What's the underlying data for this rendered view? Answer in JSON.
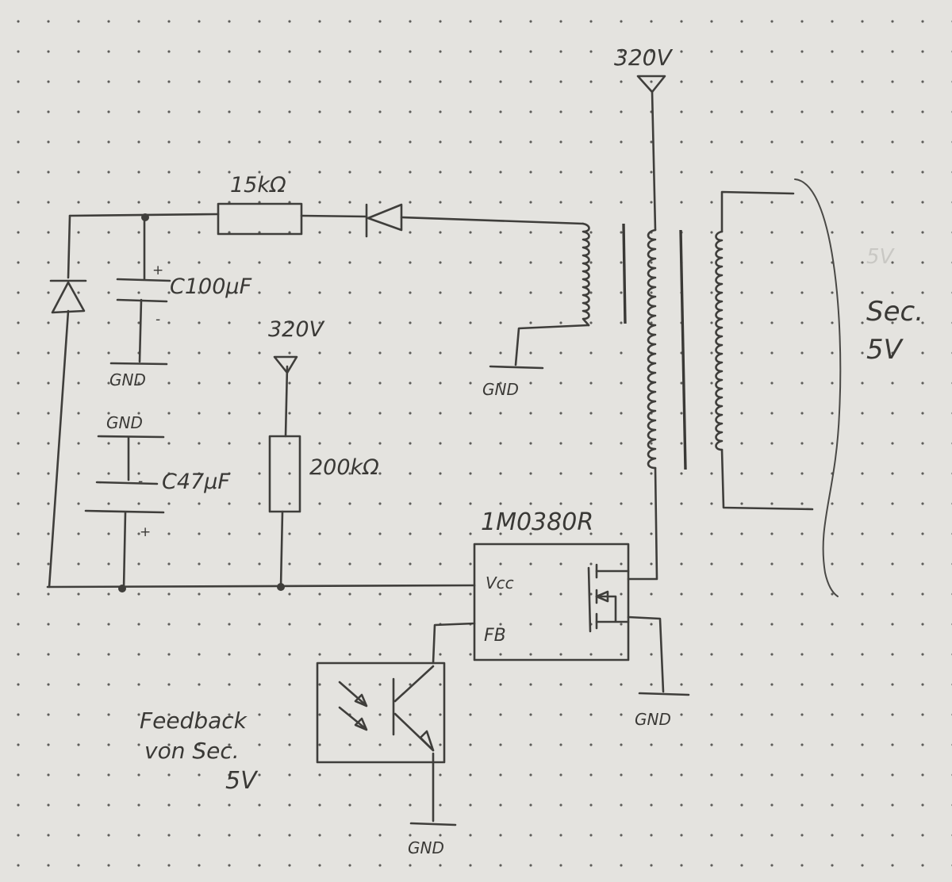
{
  "labels": {
    "r1": "15kΩ",
    "c1": "C100µF",
    "c1_plus": "+",
    "c1_minus": "-",
    "gnd_c1": "GND",
    "gnd_c2_top": "GND",
    "c2": "C47µF",
    "c2_minus": "-",
    "c2_plus": "+",
    "v_supply_mid": "320V",
    "r2": "200kΩ",
    "gnd_aux": "GND",
    "v_supply_top": "320V",
    "ic_name": "1M0380R",
    "pin_vcc": "Vcc",
    "pin_fb": "FB",
    "gnd_ic": "GND",
    "gnd_opto": "GND",
    "secondary_line1": "Sec.",
    "secondary_line2": "5V",
    "secondary_faint": "5V",
    "feedback_line1": "Feedback",
    "feedback_line2": "von Sec.",
    "feedback_line3": "5V"
  },
  "colors": {
    "paper": "#e4e3df",
    "ink": "#3f3e3b"
  }
}
